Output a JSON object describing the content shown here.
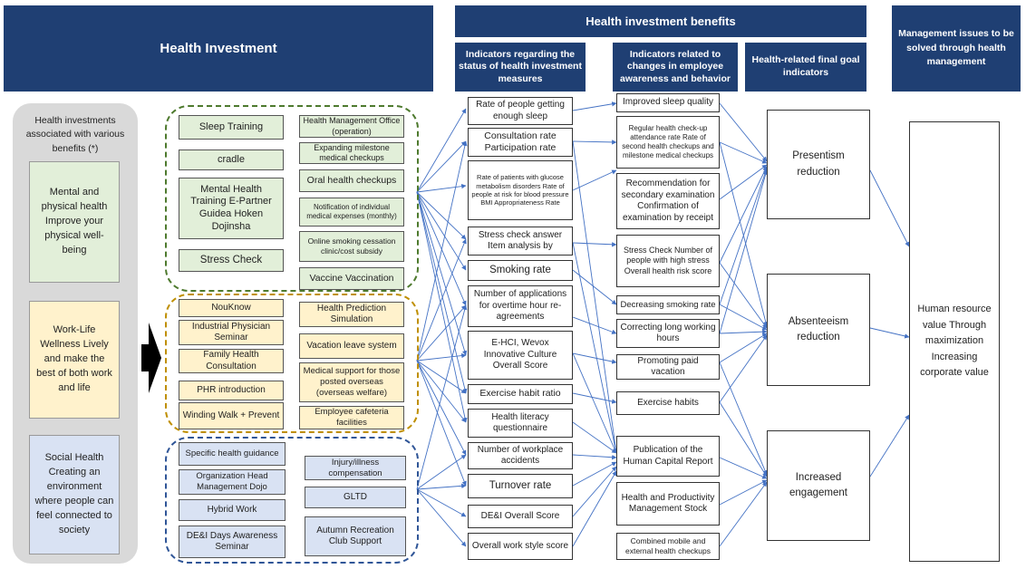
{
  "headers": {
    "health_investment": "Health Investment",
    "benefits": "Health investment benefits",
    "status_indicators": "Indicators regarding the status of health investment measures",
    "behavior_indicators": "Indicators related to changes in employee awareness and behavior",
    "final_goal": "Health-related final goal indicators",
    "management_issues": "Management issues to be solved through health management"
  },
  "left_panel": {
    "title": "Health investments associated with various benefits (*)",
    "categories": [
      "Mental and physical health Improve your physical well-being",
      "Work-Life Wellness Lively and make the best of both work and life",
      "Social Health Creating an environment where people can feel connected to society"
    ]
  },
  "investments": {
    "green": [
      "Sleep Training",
      "cradle",
      "Mental Health Training E-Partner Guidea Hoken Dojinsha",
      "Stress Check",
      "Health Management Office (operation)",
      "Expanding milestone medical checkups",
      "Oral health checkups",
      "Notification of individual medical expenses (monthly)",
      "Online smoking cessation clinic/cost subsidy",
      "Vaccine Vaccination"
    ],
    "orange": [
      "NouKnow",
      "Industrial Physician Seminar",
      "Family Health Consultation",
      "PHR introduction",
      "Winding Walk + Prevent",
      "Health Prediction Simulation",
      "Vacation leave system",
      "Medical support for those posted overseas (overseas welfare)",
      "Employee cafeteria facilities"
    ],
    "blue": [
      "Specific health guidance",
      "Organization Head Management Dojo",
      "Hybrid Work",
      "DE&I Days Awareness Seminar",
      "Injury/illness compensation",
      "GLTD",
      "Autumn Recreation Club Support"
    ]
  },
  "status_indicators": [
    "Rate of people getting enough sleep",
    "Consultation rate Participation rate",
    "Rate of patients with glucose metabolism disorders Rate of people at risk for blood pressure BMI Appropriateness Rate",
    "Stress check answer Item analysis by",
    "Smoking rate",
    "Number of applications for overtime hour re-agreements",
    "E-HCI, Wevox Innovative Culture Overall Score",
    "Exercise habit ratio",
    "Health literacy questionnaire",
    "Number of workplace accidents",
    "Turnover rate",
    "DE&I Overall Score",
    "Overall work style score"
  ],
  "behavior_indicators": [
    "Improved sleep quality",
    "Regular health check-up attendance rate Rate of second health checkups and milestone medical checkups",
    "Recommendation for secondary examination Confirmation of examination by receipt",
    "Stress Check Number of people with high stress Overall health risk score",
    "Decreasing smoking rate",
    "Correcting long working hours",
    "Promoting paid vacation",
    "Exercise habits",
    "Publication of the Human Capital Report",
    "Health and Productivity Management Stock",
    "Combined mobile and external health checkups"
  ],
  "final_goals": [
    "Presentism reduction",
    "Absenteeism reduction",
    "Increased engagement"
  ],
  "management_value": "Human resource value Through maximization Increasing corporate value",
  "colors": {
    "header_bg": "#1f3f73",
    "green_fill": "#e2efd9",
    "green_border": "#4e7a2e",
    "orange_fill": "#fff2cc",
    "orange_border": "#bf8f00",
    "blue_fill": "#d9e2f3",
    "blue_border": "#2f5597",
    "arrow": "#4472c4"
  }
}
